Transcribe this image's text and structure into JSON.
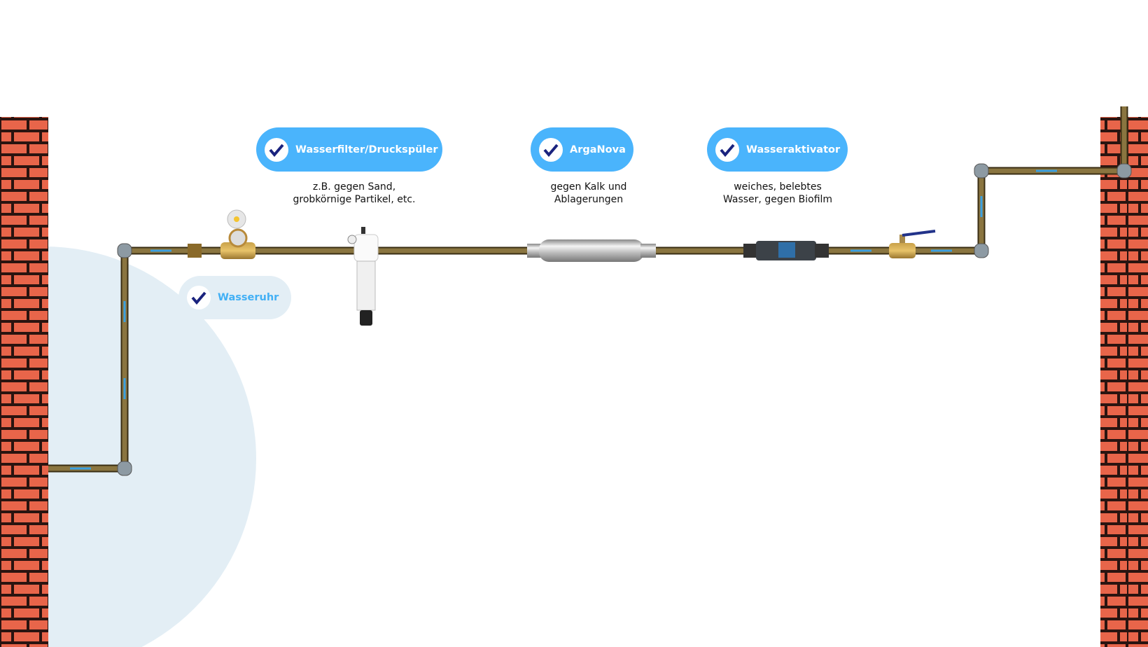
{
  "components": [
    {
      "label": "Wasserfilter/Druckspüler",
      "description_lines": [
        "z.B. gegen Sand,",
        "grobkörnige Partikel, etc."
      ],
      "icon": "check-icon"
    },
    {
      "label": "ArgaNova",
      "description_lines": [
        "gegen Kalk und",
        "Ablagerungen"
      ],
      "icon": "check-icon"
    },
    {
      "label": "Wasseraktivator",
      "description_lines": [
        "weiches, belebtes",
        "Wasser, gegen Biofilm"
      ],
      "icon": "check-icon"
    }
  ],
  "meter": {
    "label": "Wasseruhr",
    "icon": "check-icon"
  },
  "colors": {
    "accent": "#4ab4fc",
    "check": "#1a237e",
    "highlight_bg": "#e3eef5",
    "brick": "#e8654a",
    "pipe": "#8a7540"
  }
}
